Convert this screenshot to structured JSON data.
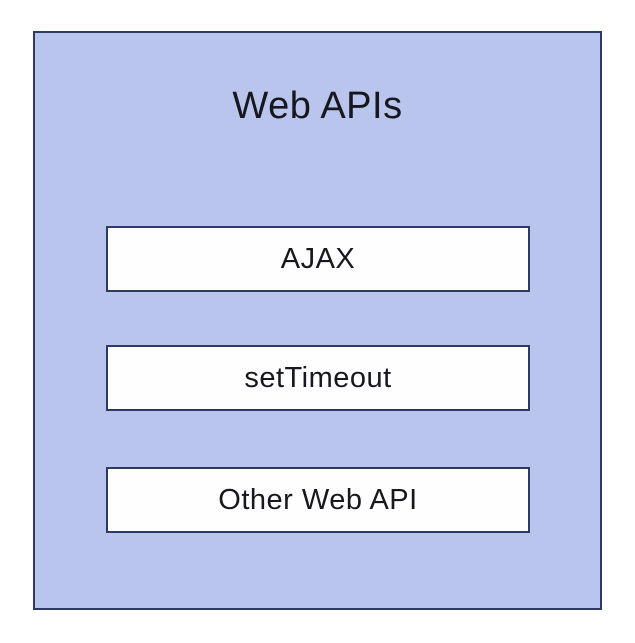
{
  "diagram": {
    "title": "Web APIs",
    "boxes": [
      {
        "label": "AJAX"
      },
      {
        "label": "setTimeout"
      },
      {
        "label": "Other Web API"
      }
    ],
    "colors": {
      "container_fill": "#b9c5ec",
      "container_border": "#2c3a64",
      "box_fill": "#fefefe",
      "box_border": "#2c3a64",
      "text": "#17171f"
    }
  }
}
